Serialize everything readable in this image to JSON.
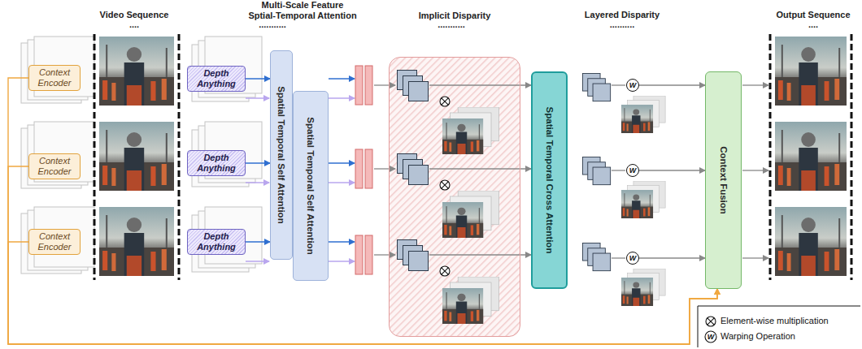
{
  "diagram": {
    "nodes": [
      {
        "text": [
          "Context Encoder"
        ]
      },
      {
        "text": [
          "Context Encoder"
        ]
      },
      {
        "text": [
          "Context Encoder"
        ]
      },
      {
        "text": [
          "Depth Anything"
        ]
      },
      {
        "text": [
          "Depth Anything"
        ]
      },
      {
        "text": [
          "Depth Anything"
        ]
      },
      {
        "text": [
          "Spatial Temporal Self Attention"
        ]
      },
      {
        "text": [
          "Spatial Temporal Self Attention"
        ]
      },
      {
        "text": [
          "Implicit Disparity"
        ]
      },
      {
        "text": [
          "Spatial Temporal Cross Attention"
        ]
      },
      {
        "text": [
          "W"
        ]
      },
      {
        "text": [
          "W"
        ]
      },
      {
        "text": [
          "W"
        ]
      },
      {
        "text": [
          "Context Fusion"
        ]
      }
    ],
    "edges": [
      {
        "from": 3,
        "to": 6,
        "arrow": "to"
      },
      {
        "from": 4,
        "to": 6,
        "arrow": "to"
      },
      {
        "from": 5,
        "to": 6,
        "arrow": "to"
      },
      {
        "from": 8,
        "to": 9,
        "arrow": "to"
      },
      {
        "from": 8,
        "to": 9,
        "arrow": "to"
      },
      {
        "from": 8,
        "to": 9,
        "arrow": "to"
      },
      {
        "from": 10,
        "to": 13,
        "arrow": "to"
      },
      {
        "from": 11,
        "to": 13,
        "arrow": "to"
      },
      {
        "from": 12,
        "to": 13,
        "arrow": "to"
      },
      {
        "from": 0,
        "to": 13,
        "arrow": "to"
      },
      {
        "from": 1,
        "to": 13,
        "arrow": "to"
      },
      {
        "from": 2,
        "to": 13,
        "arrow": "to"
      }
    ],
    "labels": [
      "Video Sequence",
      "....",
      "Multi-Scale Feature",
      "Sptial-Temporal Attention",
      "...........",
      "...........",
      "Layered Disparity",
      "..........",
      "Output Sequence",
      "....",
      "W"
    ],
    "legend": [
      {
        "text": "Element-wise multiplication"
      },
      {
        "text": "Warping Operation"
      }
    ]
  }
}
